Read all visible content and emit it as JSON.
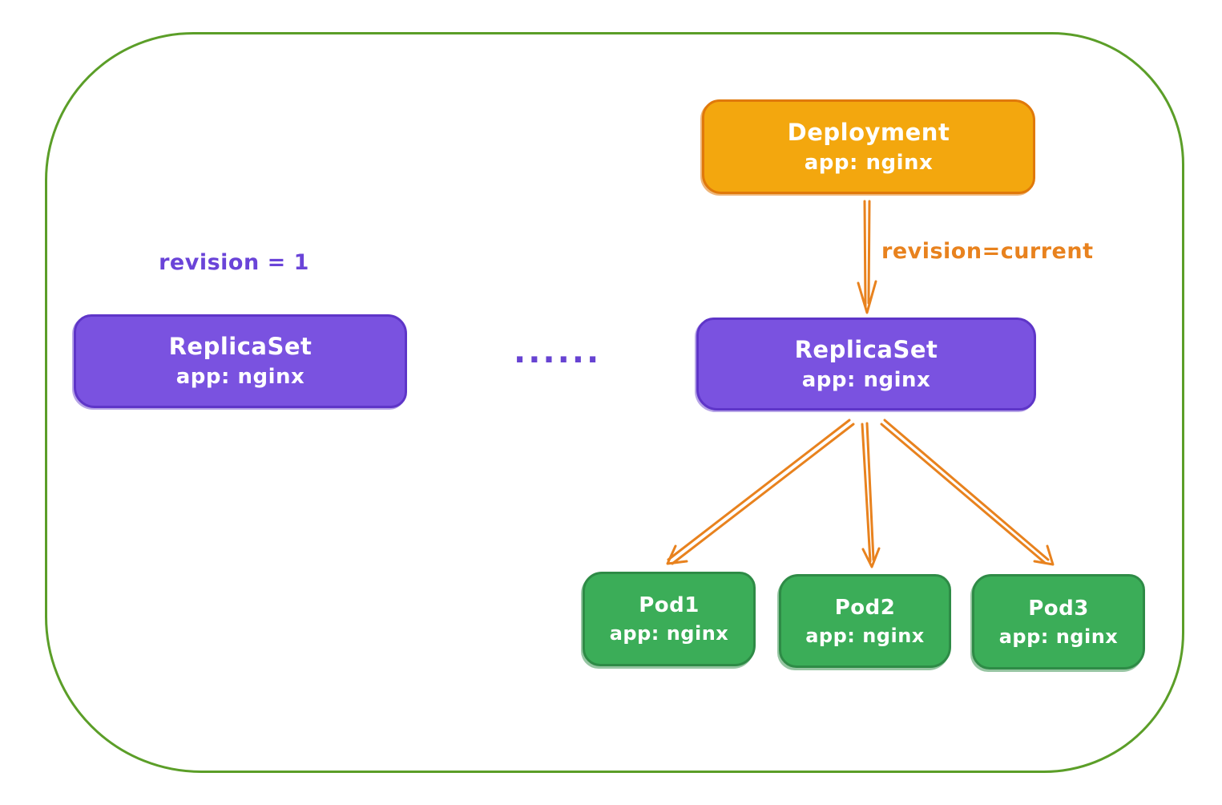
{
  "canvas": {
    "background": "#ffffff"
  },
  "cluster": {
    "border_color": "#5b9e28"
  },
  "nodes": {
    "deployment": {
      "title": "Deployment",
      "subtitle": "app: nginx",
      "fill": "#f3a70e",
      "border": "#e0790a",
      "text_color": "#ffffff"
    },
    "replicaset_old": {
      "title": "ReplicaSet",
      "subtitle": "app: nginx",
      "fill": "#7a52e0",
      "border": "#5e35c8",
      "text_color": "#ffffff"
    },
    "replicaset_current": {
      "title": "ReplicaSet",
      "subtitle": "app: nginx",
      "fill": "#7a52e0",
      "border": "#5e35c8",
      "text_color": "#ffffff"
    },
    "pod1": {
      "title": "Pod1",
      "subtitle": "app: nginx",
      "fill": "#3bad58",
      "border": "#2e8b46",
      "text_color": "#ffffff"
    },
    "pod2": {
      "title": "Pod2",
      "subtitle": "app: nginx",
      "fill": "#3bad58",
      "border": "#2e8b46",
      "text_color": "#ffffff"
    },
    "pod3": {
      "title": "Pod3",
      "subtitle": "app: nginx",
      "fill": "#3bad58",
      "border": "#2e8b46",
      "text_color": "#ffffff"
    }
  },
  "labels": {
    "revision_old": {
      "text": "revision = 1",
      "color": "#6a44d8"
    },
    "revision_current": {
      "text": "revision=current",
      "color": "#e8821e"
    },
    "ellipsis": {
      "text": "......",
      "color": "#6743d2"
    }
  },
  "arrows": {
    "color": "#e8821e",
    "style": "double-line",
    "items": [
      {
        "from": "deployment",
        "to": "replicaset_current",
        "label": "revision=current"
      },
      {
        "from": "replicaset_current",
        "to": "pod1"
      },
      {
        "from": "replicaset_current",
        "to": "pod2"
      },
      {
        "from": "replicaset_current",
        "to": "pod3"
      }
    ]
  }
}
